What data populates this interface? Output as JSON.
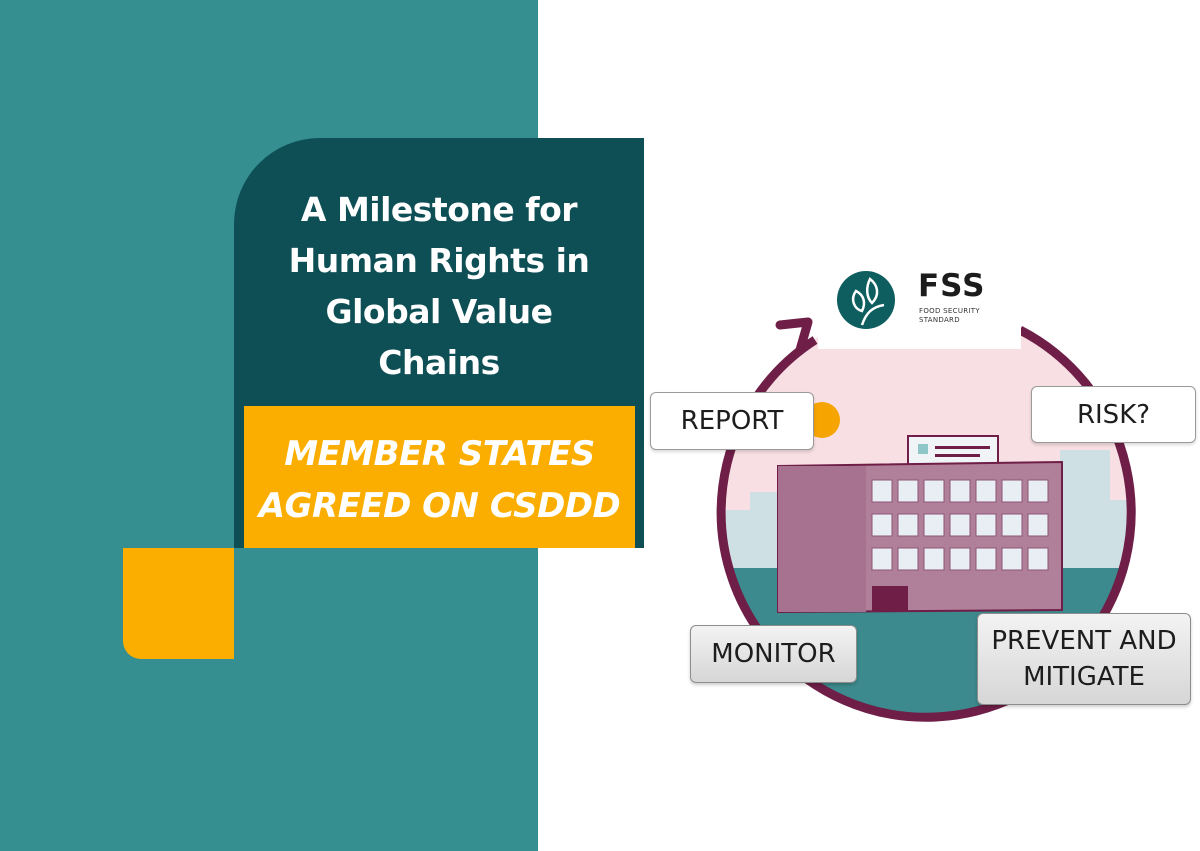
{
  "headline": {
    "line1": "A Milestone for",
    "line2": "Human Rights in",
    "line3": "Global Value",
    "line4": "Chains"
  },
  "banner": {
    "line1": "MEMBER STATES",
    "line2": "AGREED ON CSDDD"
  },
  "logo": {
    "name": "FSS",
    "subtitle_line1": "FOOD SECURITY",
    "subtitle_line2": "STANDARD"
  },
  "cycle_labels": {
    "report": "REPORT",
    "risk": "RISK?",
    "monitor": "MONITOR",
    "prevent_line1": "PREVENT AND",
    "prevent_line2": "MITIGATE"
  },
  "colors": {
    "teal": "#358e8f",
    "dark_teal": "#0e4f55",
    "accent_yellow": "#fbae00",
    "cycle_maroon": "#6e1e47",
    "building": "#b07f99"
  }
}
